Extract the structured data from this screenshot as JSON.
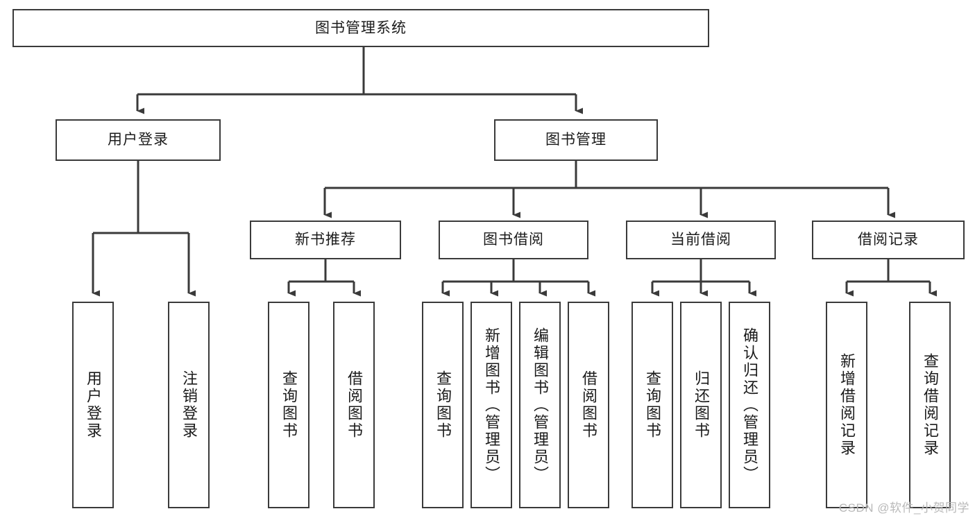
{
  "diagram": {
    "title": "图书管理系统",
    "watermark": "CSDN @软件_小贺同学",
    "type": "tree-hierarchy-chart",
    "stroke_color": "#3a3a3a",
    "background_color": "#ffffff",
    "nodes": {
      "root": {
        "label": "图书管理系统",
        "orientation": "horizontal"
      },
      "level1": [
        {
          "id": "user-login",
          "label": "用户登录",
          "orientation": "horizontal"
        },
        {
          "id": "book-manage",
          "label": "图书管理",
          "orientation": "horizontal"
        }
      ],
      "level2": [
        {
          "id": "new-book-rec",
          "label": "新书推荐",
          "orientation": "horizontal",
          "parent": "book-manage"
        },
        {
          "id": "book-borrow",
          "label": "图书借阅",
          "orientation": "horizontal",
          "parent": "book-manage"
        },
        {
          "id": "current-borrow",
          "label": "当前借阅",
          "orientation": "horizontal",
          "parent": "book-manage"
        },
        {
          "id": "borrow-record",
          "label": "借阅记录",
          "orientation": "horizontal",
          "parent": "book-manage"
        }
      ],
      "leaves": [
        {
          "id": "leaf-user-login",
          "label": "用户登录",
          "orientation": "vertical",
          "parent": "user-login"
        },
        {
          "id": "leaf-user-logout",
          "label": "注销登录",
          "orientation": "vertical",
          "parent": "user-login"
        },
        {
          "id": "leaf-query-book-1",
          "label": "查询图书",
          "orientation": "vertical",
          "parent": "new-book-rec"
        },
        {
          "id": "leaf-borrow-book-1",
          "label": "借阅图书",
          "orientation": "vertical",
          "parent": "new-book-rec"
        },
        {
          "id": "leaf-query-book-2",
          "label": "查询图书",
          "orientation": "vertical",
          "parent": "book-borrow"
        },
        {
          "id": "leaf-add-book",
          "label": "新增图书（管理员）",
          "orientation": "vertical",
          "parent": "book-borrow"
        },
        {
          "id": "leaf-edit-book",
          "label": "编辑图书（管理员）",
          "orientation": "vertical",
          "parent": "book-borrow"
        },
        {
          "id": "leaf-borrow-book-2",
          "label": "借阅图书",
          "orientation": "vertical",
          "parent": "book-borrow"
        },
        {
          "id": "leaf-query-book-3",
          "label": "查询图书",
          "orientation": "vertical",
          "parent": "current-borrow"
        },
        {
          "id": "leaf-return-book",
          "label": "归还图书",
          "orientation": "vertical",
          "parent": "current-borrow"
        },
        {
          "id": "leaf-confirm-return",
          "label": "确认归还（管理员）",
          "orientation": "vertical",
          "parent": "current-borrow"
        },
        {
          "id": "leaf-add-record",
          "label": "新增借阅记录",
          "orientation": "vertical",
          "parent": "borrow-record"
        },
        {
          "id": "leaf-query-record",
          "label": "查询借阅记录",
          "orientation": "vertical",
          "parent": "borrow-record"
        }
      ]
    }
  }
}
